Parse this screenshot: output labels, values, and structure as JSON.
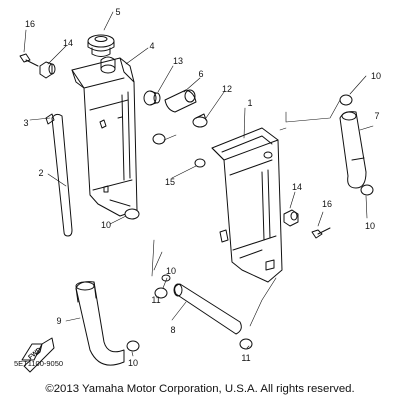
{
  "diagram": {
    "callouts": {
      "c1a": "1",
      "c1b": "1",
      "c2": "2",
      "c3": "3",
      "c4": "4",
      "c5": "5",
      "c6": "6",
      "c7": "7",
      "c8": "8",
      "c9": "9",
      "c10a": "10",
      "c10b": "10",
      "c10c": "10",
      "c10d": "10",
      "c10e": "10",
      "c11a": "11",
      "c11b": "11",
      "c12": "12",
      "c13": "13",
      "c14a": "14",
      "c14b": "14",
      "c15": "15",
      "c16a": "16",
      "c16b": "16"
    },
    "fwd_label": "FWD",
    "part_number": "5ET1100-9050"
  },
  "footer": {
    "copyright": "©2013 Yamaha Motor Corporation, U.S.A. All rights reserved."
  }
}
